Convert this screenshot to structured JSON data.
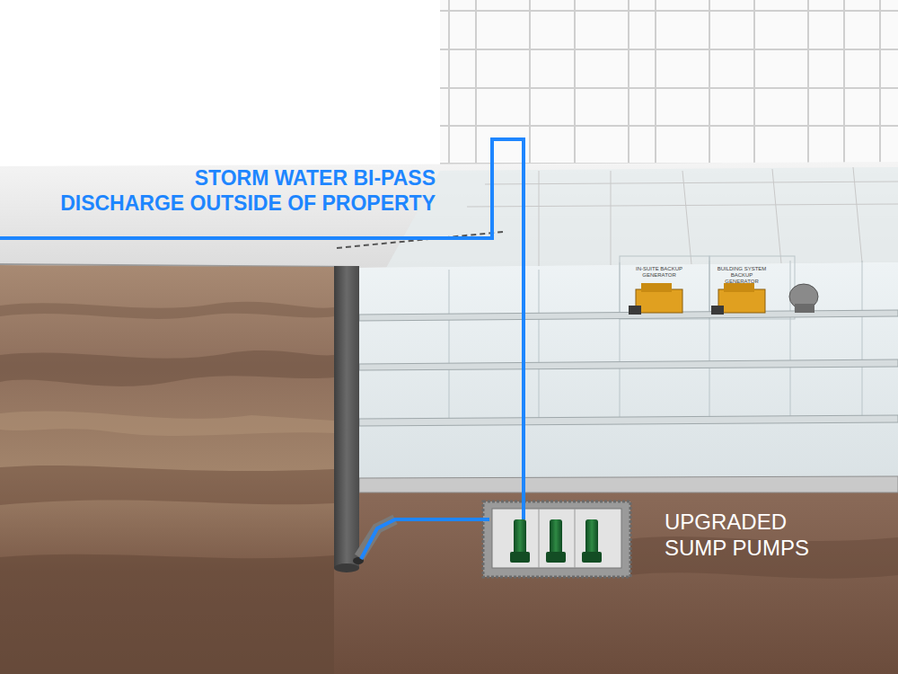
{
  "diagram": {
    "labels": [
      "STORM WATER BI-PASS",
      "DISCHARGE OUTSIDE OF PROPERTY",
      "UPGRADED",
      "SUMP PUMPS",
      "IN-SUITE BACKUP GENERATOR",
      "BUILDING SYSTEM BACKUP GENERATOR"
    ]
  }
}
